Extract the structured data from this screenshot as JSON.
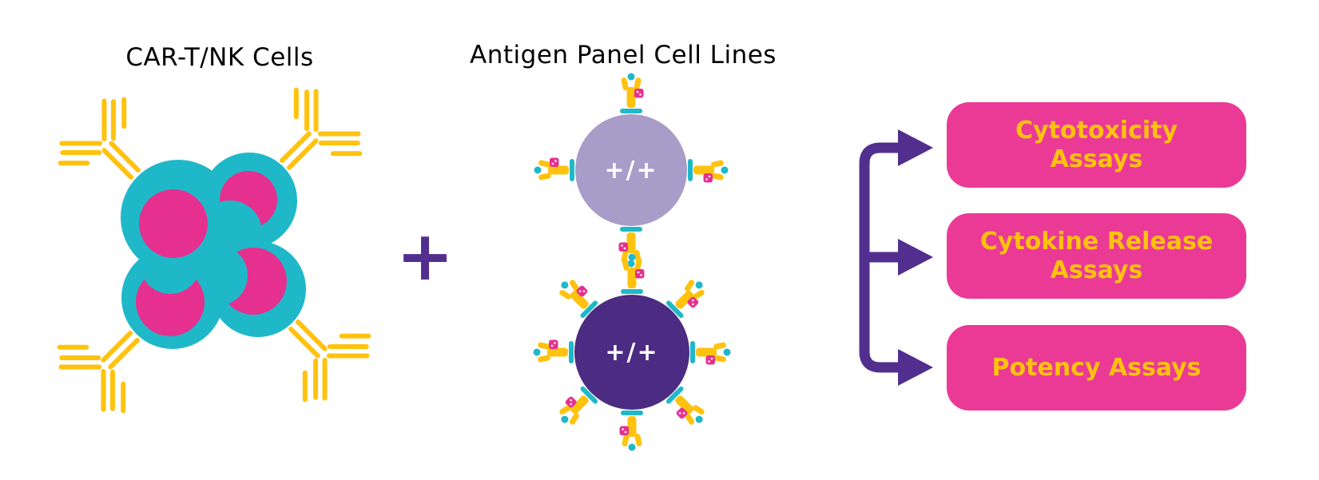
{
  "titles": {
    "left": "CAR-T/NK Cells",
    "middle": "Antigen Panel Cell Lines"
  },
  "operator": {
    "plus": "+"
  },
  "antigen_panel": {
    "cells": [
      {
        "label": "+/+",
        "variant": "light-purple",
        "receptor_count": 4
      },
      {
        "label": "+/+",
        "variant": "dark-purple",
        "receptor_count": 8
      }
    ]
  },
  "assays": {
    "boxes": [
      {
        "label": "Cytotoxicity\nAssays"
      },
      {
        "label": "Cytokine Release\nAssays"
      },
      {
        "label": "Potency Assays"
      }
    ]
  },
  "icons": {
    "car_cell": "cluster of four teal cells with magenta nuclei and yellow CAR antibodies",
    "antibody": "yellow Y-shaped antibody",
    "receptor": "surface antigen receptor with teal membrane bar and magenta tag",
    "arrow": "purple branching arrow bracket"
  },
  "colors": {
    "teal": "#1fb8c9",
    "nucleus_magenta": "#e5308f",
    "box_pink": "#ea3a96",
    "yellow": "#ffc20e",
    "dark_purple_cell": "#4c2b82",
    "light_purple_cell": "#a89cc9",
    "arrow_purple": "#522f8f",
    "text_black": "#000000",
    "genotype_white": "#ffffff"
  }
}
